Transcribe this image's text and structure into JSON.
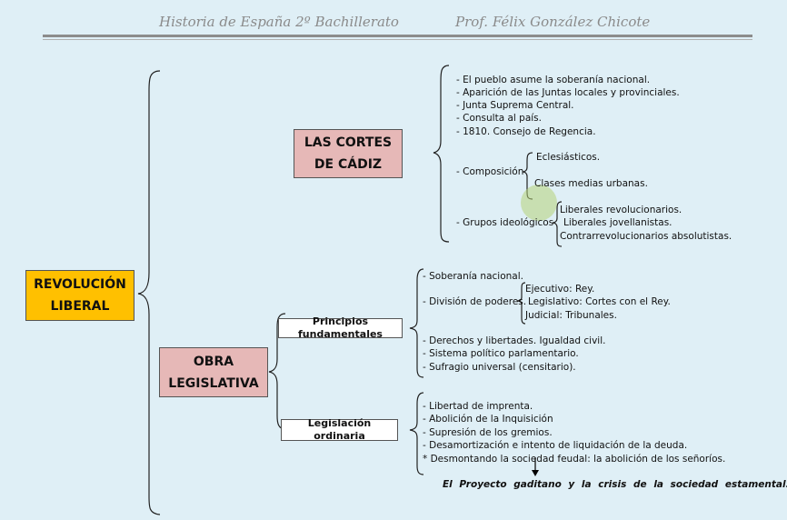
{
  "header": {
    "left": "Historia de España 2º Bachillerato",
    "right": "Prof. Félix González Chicote"
  },
  "root": {
    "line1": "REVOLUCIÓN",
    "line2": "LIBERAL"
  },
  "cortes": {
    "line1": "LAS CORTES",
    "line2": "DE CÁDIZ",
    "items": [
      "- El pueblo asume la soberanía nacional.",
      "- Aparición de las Juntas locales y provinciales.",
      "- Junta Suprema Central.",
      "- Consulta al país.",
      "- 1810. Consejo de Regencia."
    ],
    "composicion": {
      "label": "- Composición",
      "items": [
        "Eclesiásticos.",
        "Clases medias urbanas."
      ]
    },
    "grupos": {
      "label": "- Grupos ideológicos",
      "items": [
        "Liberales revolucionarios.",
        "Liberales jovellanistas.",
        "Contrarrevolucionarios absolutistas."
      ]
    }
  },
  "obra": {
    "line1": "OBRA",
    "line2": "LEGISLATIVA",
    "principios": {
      "label": "Principios fundamentales",
      "soberania": "- Soberanía nacional.",
      "division_label": "- División de poderes.",
      "poderes": [
        "Ejecutivo: Rey.",
        "Legislativo: Cortes con el Rey.",
        "Judicial: Tribunales."
      ],
      "others": [
        "- Derechos y libertades. Igualdad civil.",
        "- Sistema político parlamentario.",
        "- Sufragio universal (censitario)."
      ]
    },
    "ordinaria": {
      "label": "Legislación ordinaria",
      "items": [
        "- Libertad de imprenta.",
        "- Abolición de la Inquisición",
        "- Supresión de los gremios.",
        "- Desamortización e intento de liquidación de la deuda.",
        "* Desmontando la sociedad feudal: la abolición de los señoríos."
      ],
      "conclusion": "El Proyecto gaditano y la crisis de la sociedad estamental."
    }
  }
}
